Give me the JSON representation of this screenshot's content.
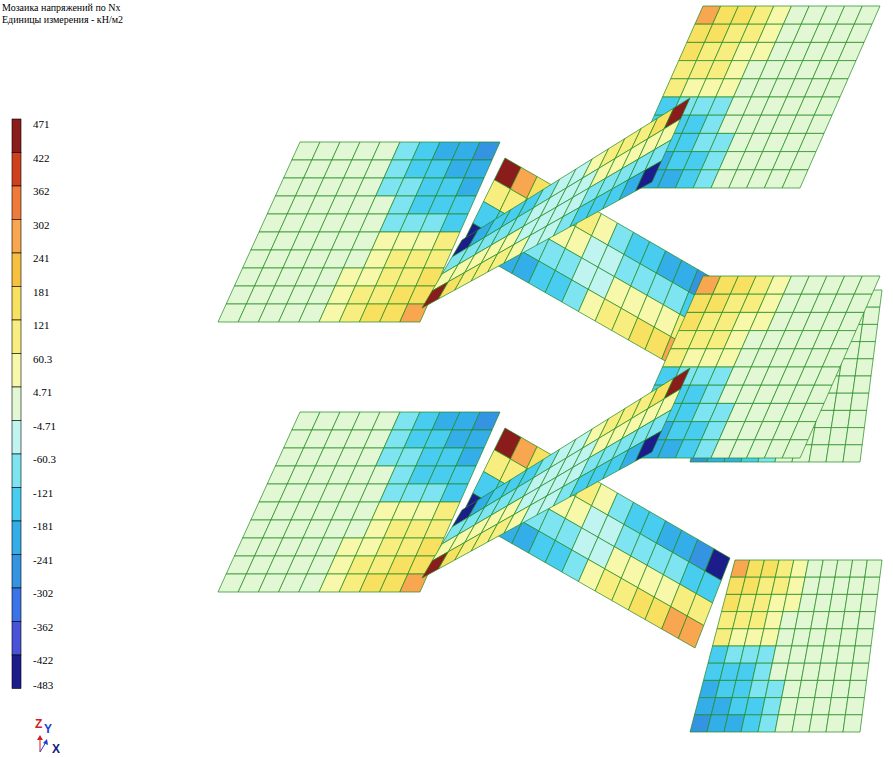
{
  "diagram": {
    "title": "Мозаика напряжений по Nx",
    "labels": [
      "Единицы измерения - кН/м2",
      "-483",
      "Z",
      "Y",
      "X"
    ],
    "legend": [
      {
        "text": "471",
        "color": "#8b1c1c"
      },
      {
        "text": "422",
        "color": "#d0401c"
      },
      {
        "text": "362",
        "color": "#f07a3a"
      },
      {
        "text": "302",
        "color": "#f8a650"
      },
      {
        "text": "241",
        "color": "#f8c040"
      },
      {
        "text": "181",
        "color": "#f8e060"
      },
      {
        "text": "121",
        "color": "#f8ee80"
      },
      {
        "text": "60.3",
        "color": "#f8f8aa"
      },
      {
        "text": "4.71",
        "color": "#e2f8d4"
      },
      {
        "text": "-4.71",
        "color": "#c0f4f0"
      },
      {
        "text": "-60.3",
        "color": "#7ee4f2"
      },
      {
        "text": "-121",
        "color": "#48ccf0"
      },
      {
        "text": "-181",
        "color": "#34aee8"
      },
      {
        "text": "-241",
        "color": "#3494e2"
      },
      {
        "text": "-302",
        "color": "#3a74e8"
      },
      {
        "text": "-362",
        "color": "#4a52d8"
      },
      {
        "text": "-422",
        "color": "#1c1c8a"
      }
    ]
  }
}
